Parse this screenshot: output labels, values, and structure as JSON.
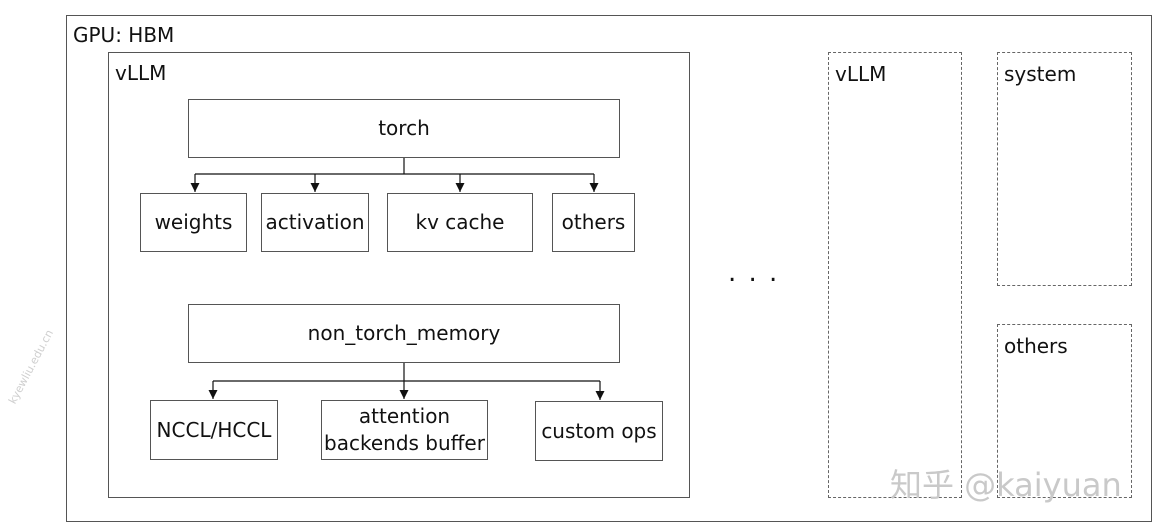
{
  "gpu": {
    "label": "GPU: HBM"
  },
  "vllm_main": {
    "label": "vLLM",
    "torch": {
      "label": "torch",
      "children": [
        "weights",
        "activation",
        "kv cache",
        "others"
      ]
    },
    "non_torch": {
      "label": "non_torch_memory",
      "children": [
        {
          "lines": [
            "NCCL/HCCL"
          ]
        },
        {
          "lines": [
            "attention",
            "backends buffer"
          ]
        },
        {
          "lines": [
            "custom ops"
          ]
        }
      ]
    }
  },
  "ellipsis": ". . .",
  "vllm_other": {
    "label": "vLLM"
  },
  "system": {
    "label": "system"
  },
  "others_right": {
    "label": "others"
  },
  "watermark": {
    "text": "知乎 @kaiyuan",
    "side_text": "kyewliu.edu.cn"
  },
  "colors": {
    "border": "#555555",
    "dash": "#666666",
    "watermark": "#c9c9c9"
  }
}
